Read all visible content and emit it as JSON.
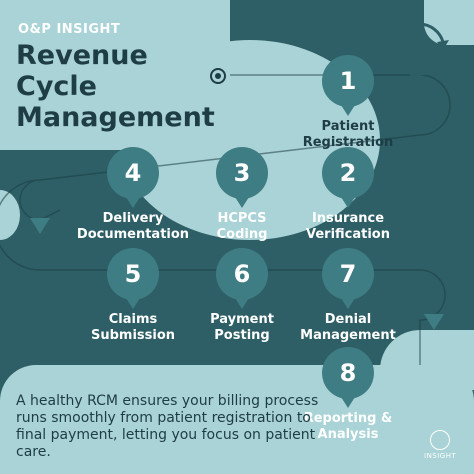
{
  "brand": "O&P INSIGHT",
  "title": [
    "Revenue",
    "Cycle",
    "Management"
  ],
  "steps": [
    {
      "number": "1",
      "label": [
        "Patient",
        "Registration"
      ]
    },
    {
      "number": "2",
      "label": [
        "Insurance",
        "Verification"
      ]
    },
    {
      "number": "3",
      "label": [
        "HCPCS",
        "Coding"
      ]
    },
    {
      "number": "4",
      "label": [
        "Delivery",
        "Documentation"
      ]
    },
    {
      "number": "5",
      "label": [
        "Claims",
        "Submission"
      ]
    },
    {
      "number": "6",
      "label": [
        "Payment",
        "Posting"
      ]
    },
    {
      "number": "7",
      "label": [
        "Denial",
        "Management"
      ]
    },
    {
      "number": "8",
      "label": [
        "Reporting &",
        "Analysis"
      ]
    }
  ],
  "footer": "A healthy RCM ensures your billing process runs smoothly from patient registration to final payment, letting you focus on patient care.",
  "logo_text": "INSIGHT",
  "icons": {
    "target": "target-icon",
    "cycle": "cycle-arrows-icon",
    "logo": "op-insight-logo-icon"
  },
  "colors": {
    "dark": "#2e5f66",
    "light": "#a9d3d6",
    "pin": "#3f7d84",
    "navy": "#1e3d44"
  }
}
